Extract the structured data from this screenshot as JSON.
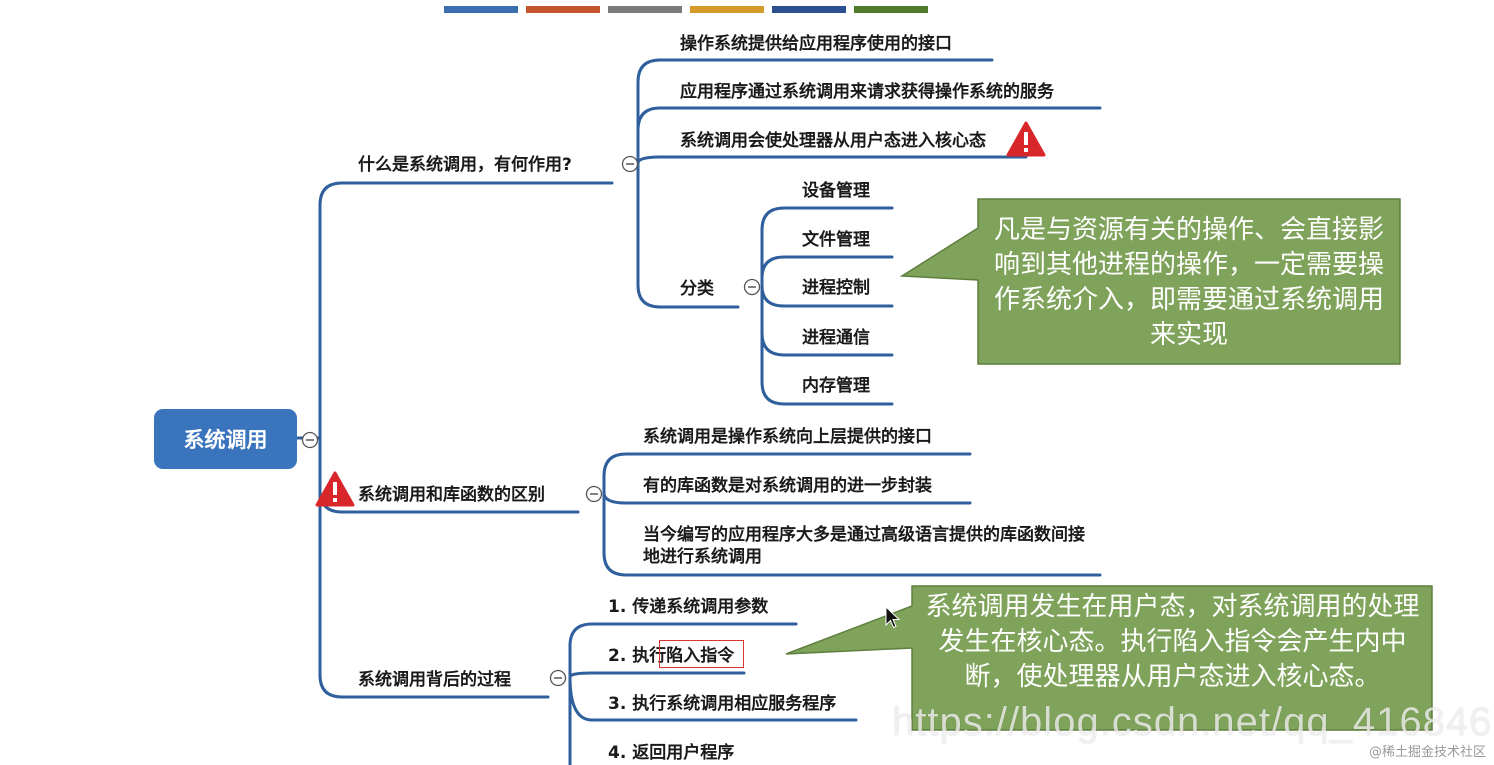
{
  "colors": {
    "root": "#3a74bd",
    "branch_line": "#2f5f9c",
    "callout_fill": "#7fa35a",
    "callout_border": "#5f7f3f",
    "warning": "#d9262a",
    "top_bar": [
      "#3b6fb0",
      "#c4552d",
      "#7a7a7a",
      "#d49a2a",
      "#2b4f8f",
      "#4f7d2c"
    ]
  },
  "root": {
    "label": "系统调用"
  },
  "branches": [
    {
      "label": "什么是系统调用，有何作用?",
      "children": [
        "操作系统提供给应用程序使用的接口",
        "应用程序通过系统调用来请求获得操作系统的服务",
        "系统调用会使处理器从用户态进入核心态"
      ],
      "category": {
        "label": "分类",
        "items": [
          "设备管理",
          "文件管理",
          "进程控制",
          "进程通信",
          "内存管理"
        ]
      }
    },
    {
      "label": "系统调用和库函数的区别",
      "children": [
        "系统调用是操作系统向上层提供的接口",
        "有的库函数是对系统调用的进一步封装",
        "当今编写的应用程序大多是通过高级语言提供的库函数间接地进行系统调用"
      ]
    },
    {
      "label": "系统调用背后的过程",
      "children": [
        "1. 传递系统调用参数",
        "2. 执行陷入指令",
        "3. 执行系统调用相应服务程序",
        "4. 返回用户程序"
      ]
    }
  ],
  "callouts": {
    "resources": "凡是与资源有关的操作、会直接影响到其他进程的操作，一定需要操作系统介入，即需要通过系统调用来实现",
    "process": "系统调用发生在用户态，对系统调用的处理发生在核心态。执行陷入指令会产生内中断，使处理器从用户态进入核心态。"
  },
  "overlay_url": "https://blog.csdn.net/qq_416846",
  "watermark": "@稀土掘金技术社区"
}
